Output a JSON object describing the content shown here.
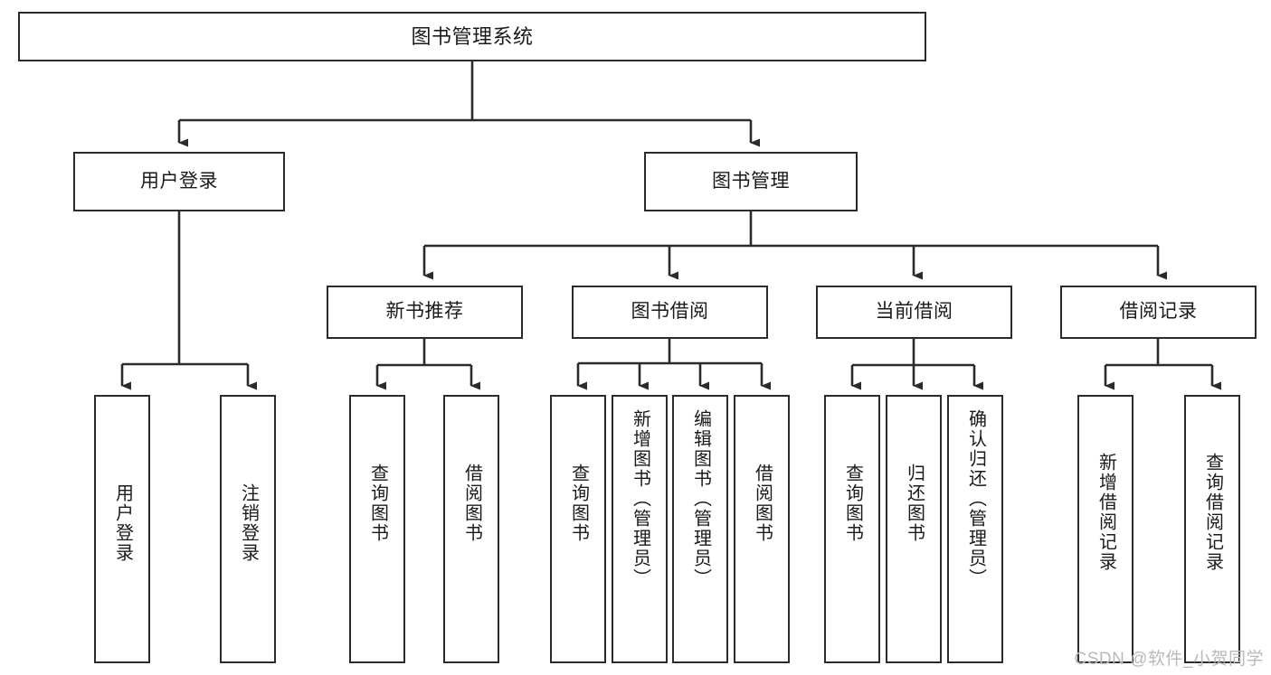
{
  "diagram": {
    "type": "tree",
    "title": "图书管理系统",
    "watermark": "CSDN @软件_小贺同学",
    "colors": {
      "box_border": "#2b2b2b",
      "box_fill": "#ffffff",
      "edge": "#2b2b2b",
      "text": "#1a1a1a",
      "watermark": "#b9b9b9"
    },
    "nodes": {
      "root": {
        "label": "图书管理系统",
        "level": 1,
        "orientation": "horizontal"
      },
      "user_login": {
        "label": "用户登录",
        "level": 2,
        "orientation": "horizontal"
      },
      "book_manage": {
        "label": "图书管理",
        "level": 2,
        "orientation": "horizontal"
      },
      "new_book_rec": {
        "label": "新书推荐",
        "level": 3,
        "orientation": "horizontal"
      },
      "book_borrow": {
        "label": "图书借阅",
        "level": 3,
        "orientation": "horizontal"
      },
      "current_borrow": {
        "label": "当前借阅",
        "level": 3,
        "orientation": "horizontal"
      },
      "borrow_record": {
        "label": "借阅记录",
        "level": 3,
        "orientation": "horizontal"
      },
      "leaf_user_login": {
        "label": "用户登录",
        "level": 3,
        "orientation": "vertical"
      },
      "leaf_logout": {
        "label": "注销登录",
        "level": 3,
        "orientation": "vertical"
      },
      "leaf_query_book_1": {
        "label": "查询图书",
        "level": 4,
        "orientation": "vertical"
      },
      "leaf_borrow_book_1": {
        "label": "借阅图书",
        "level": 4,
        "orientation": "vertical"
      },
      "leaf_query_book_2": {
        "label": "查询图书",
        "level": 4,
        "orientation": "vertical"
      },
      "leaf_add_book": {
        "label": "新增图书（管理员）",
        "level": 4,
        "orientation": "vertical"
      },
      "leaf_edit_book": {
        "label": "编辑图书（管理员）",
        "level": 4,
        "orientation": "vertical"
      },
      "leaf_borrow_book_2": {
        "label": "借阅图书",
        "level": 4,
        "orientation": "vertical"
      },
      "leaf_query_book_3": {
        "label": "查询图书",
        "level": 4,
        "orientation": "vertical"
      },
      "leaf_return_book": {
        "label": "归还图书",
        "level": 4,
        "orientation": "vertical"
      },
      "leaf_confirm_return": {
        "label": "确认归还（管理员）",
        "level": 4,
        "orientation": "vertical"
      },
      "leaf_add_record": {
        "label": "新增借阅记录",
        "level": 4,
        "orientation": "vertical"
      },
      "leaf_query_record": {
        "label": "查询借阅记录",
        "level": 4,
        "orientation": "vertical"
      }
    },
    "edges": [
      {
        "from": "root",
        "to": "user_login"
      },
      {
        "from": "root",
        "to": "book_manage"
      },
      {
        "from": "user_login",
        "to": "leaf_user_login"
      },
      {
        "from": "user_login",
        "to": "leaf_logout"
      },
      {
        "from": "book_manage",
        "to": "new_book_rec"
      },
      {
        "from": "book_manage",
        "to": "book_borrow"
      },
      {
        "from": "book_manage",
        "to": "current_borrow"
      },
      {
        "from": "book_manage",
        "to": "borrow_record"
      },
      {
        "from": "new_book_rec",
        "to": "leaf_query_book_1"
      },
      {
        "from": "new_book_rec",
        "to": "leaf_borrow_book_1"
      },
      {
        "from": "book_borrow",
        "to": "leaf_query_book_2"
      },
      {
        "from": "book_borrow",
        "to": "leaf_add_book"
      },
      {
        "from": "book_borrow",
        "to": "leaf_edit_book"
      },
      {
        "from": "book_borrow",
        "to": "leaf_borrow_book_2"
      },
      {
        "from": "current_borrow",
        "to": "leaf_query_book_3"
      },
      {
        "from": "current_borrow",
        "to": "leaf_return_book"
      },
      {
        "from": "current_borrow",
        "to": "leaf_confirm_return"
      },
      {
        "from": "borrow_record",
        "to": "leaf_add_record"
      },
      {
        "from": "borrow_record",
        "to": "leaf_query_record"
      }
    ]
  }
}
